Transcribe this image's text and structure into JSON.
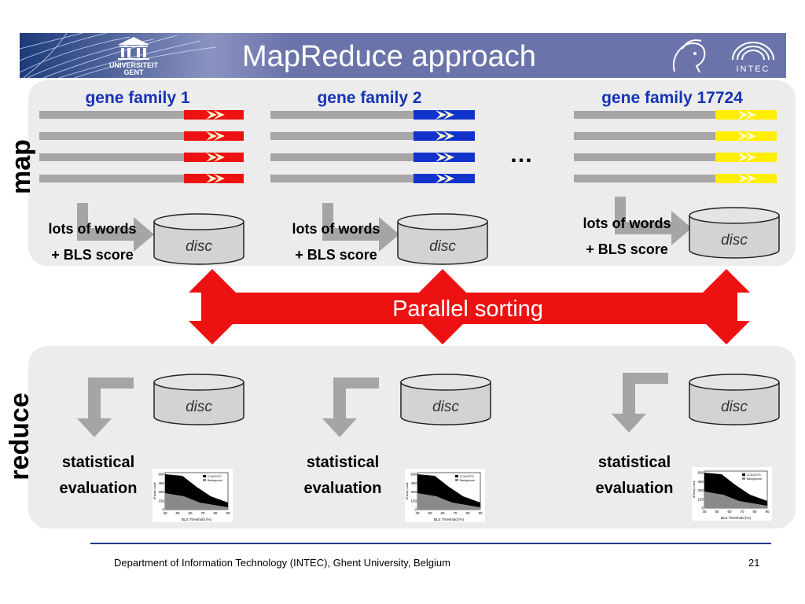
{
  "title": "MapReduce approach",
  "logo": {
    "name": "UNIVERSITEIT GENT",
    "line1": "UNIVERSITEIT",
    "line2": "GENT"
  },
  "intec_logo": "INTEC",
  "map_label": "map",
  "reduce_label": "reduce",
  "ellipsis": "…",
  "families": [
    {
      "title": "gene family 1",
      "color": "#ee1111"
    },
    {
      "title": "gene family 2",
      "color": "#1133cc"
    },
    {
      "title": "gene family 17724",
      "color": "#ffee00"
    }
  ],
  "words_line1": "lots of words",
  "words_line2": "+ BLS score",
  "disc_label": "disc",
  "parallel_sorting": "Parallel sorting",
  "stat_line1": "statistical",
  "stat_line2": "evaluation",
  "mini_chart": {
    "legend": [
      "CCAGGTG",
      "Background"
    ],
    "ylabel": "#Family count",
    "xlabel": "BLS Threshold (%)",
    "yticks": [
      "600",
      "450",
      "300",
      "150",
      "0"
    ],
    "xticks": [
      "40",
      "50",
      "60",
      "70",
      "80",
      "90"
    ]
  },
  "footer": "Department of Information Technology (INTEC), Ghent University, Belgium",
  "page_number": "21",
  "colors": {
    "header": "#6b74aa",
    "arrow_red": "#ee1111",
    "title_blue": "#1633b5",
    "panel": "#ececec",
    "gray_arrow": "#a5a5a5"
  }
}
